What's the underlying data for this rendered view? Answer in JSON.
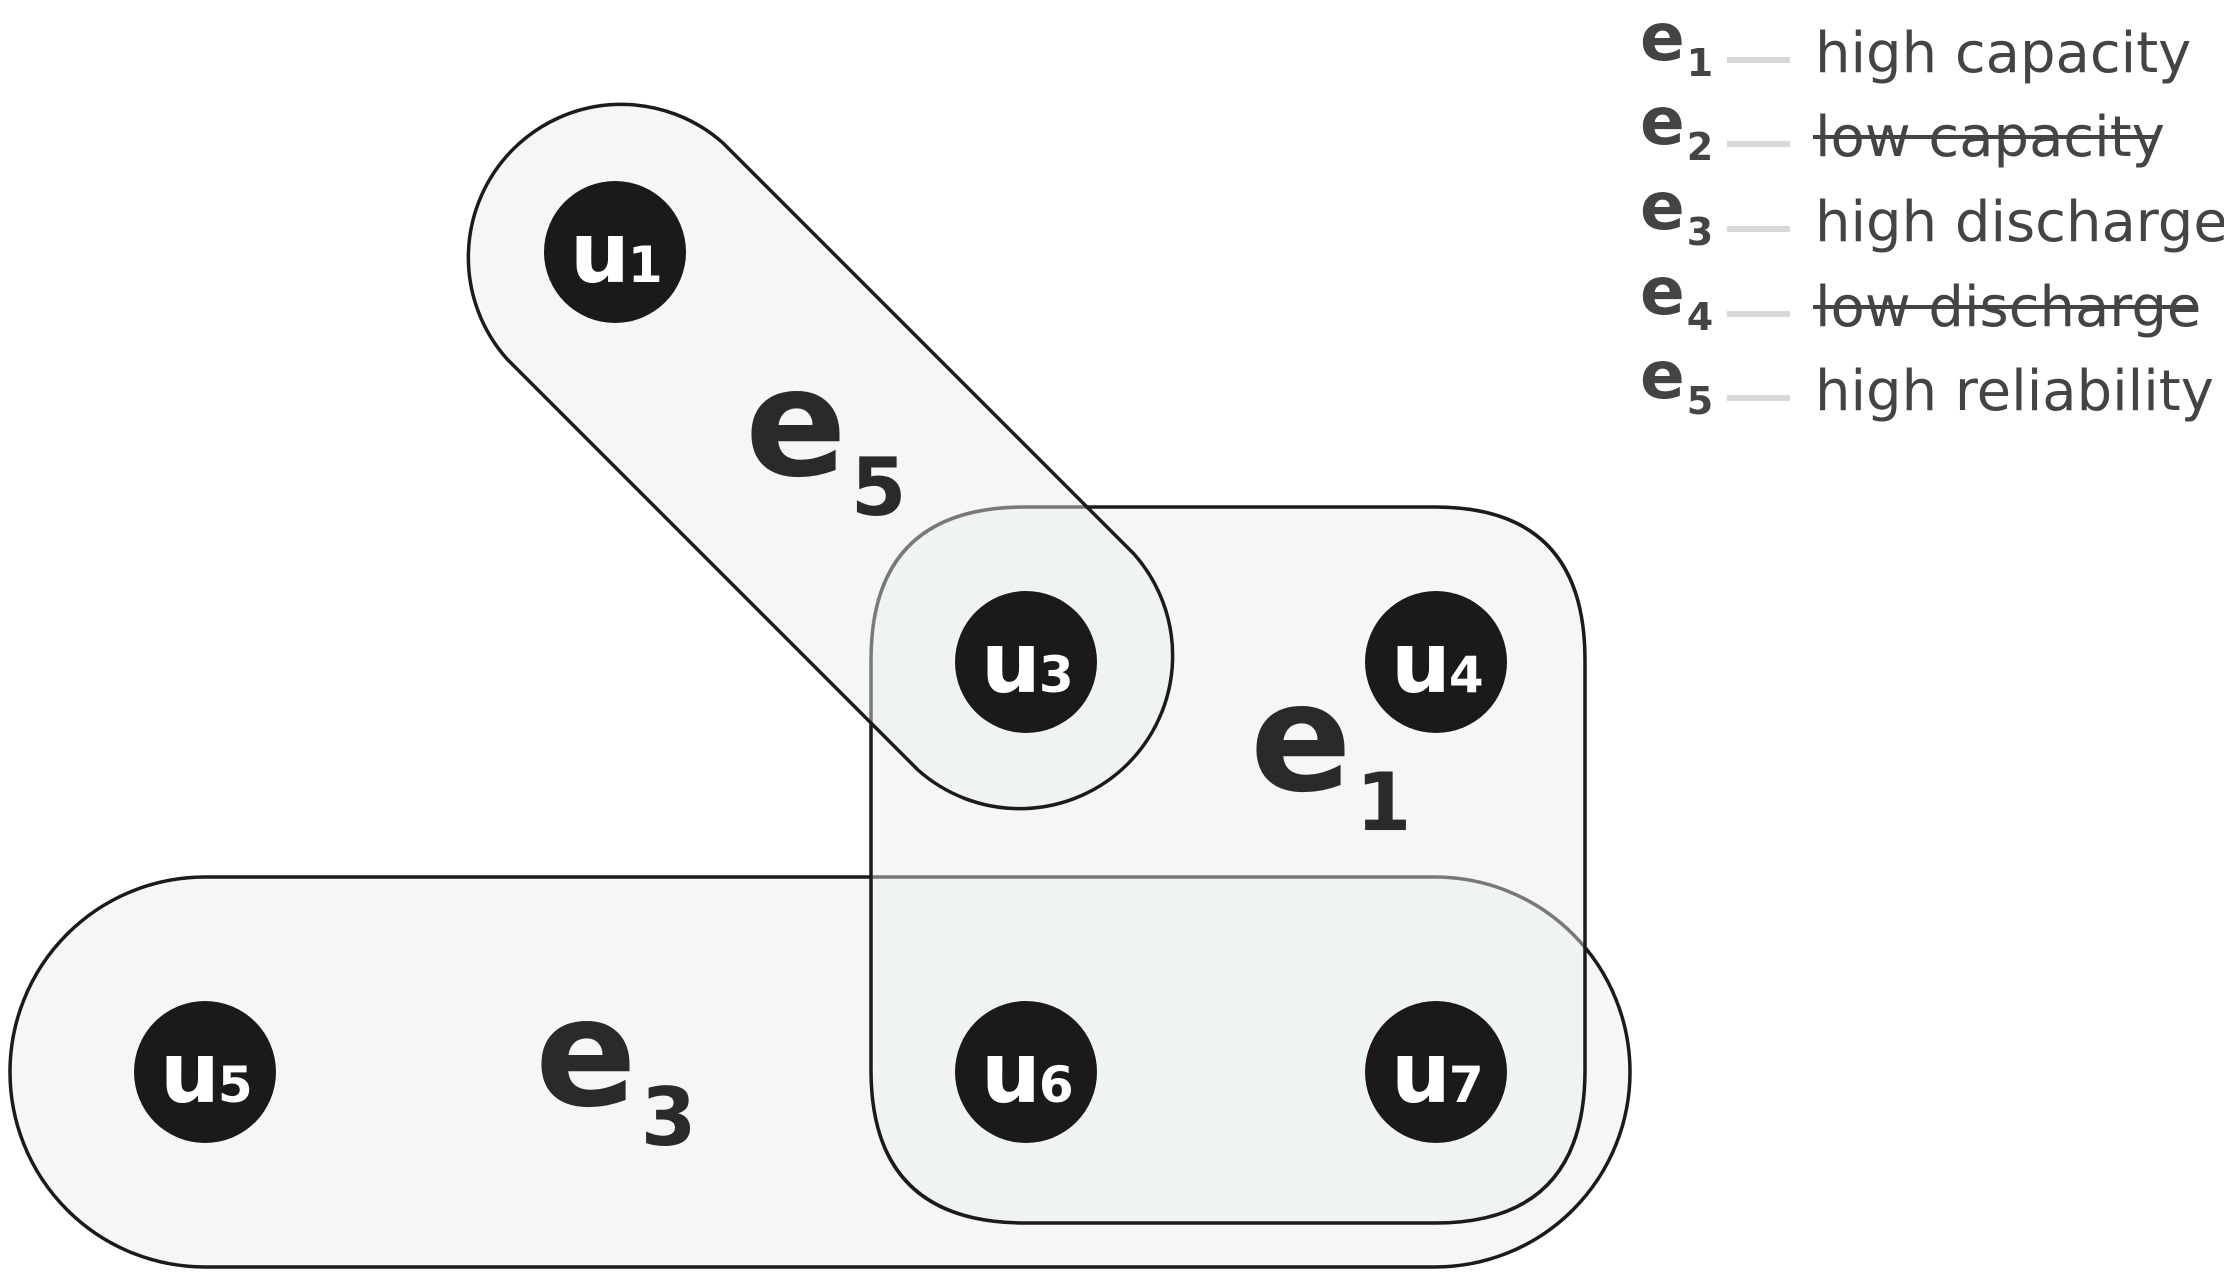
{
  "nodes": [
    {
      "id": "u1",
      "letter": "u",
      "sub": "1"
    },
    {
      "id": "u3",
      "letter": "u",
      "sub": "3"
    },
    {
      "id": "u4",
      "letter": "u",
      "sub": "4"
    },
    {
      "id": "u5",
      "letter": "u",
      "sub": "5"
    },
    {
      "id": "u6",
      "letter": "u",
      "sub": "6"
    },
    {
      "id": "u7",
      "letter": "u",
      "sub": "7"
    }
  ],
  "hyperedges": [
    {
      "id": "e5",
      "letter": "e",
      "sub": "5"
    },
    {
      "id": "e1",
      "letter": "e",
      "sub": "1"
    },
    {
      "id": "e3",
      "letter": "e",
      "sub": "3"
    }
  ],
  "legend": [
    {
      "letter": "e",
      "sub": "1",
      "text": "high capacity",
      "struck": false
    },
    {
      "letter": "e",
      "sub": "2",
      "text": "low capacity",
      "struck": true
    },
    {
      "letter": "e",
      "sub": "3",
      "text": "high discharge",
      "struck": false
    },
    {
      "letter": "e",
      "sub": "4",
      "text": "low discharge",
      "struck": true
    },
    {
      "letter": "e",
      "sub": "5",
      "text": "high reliability",
      "struck": false
    }
  ]
}
